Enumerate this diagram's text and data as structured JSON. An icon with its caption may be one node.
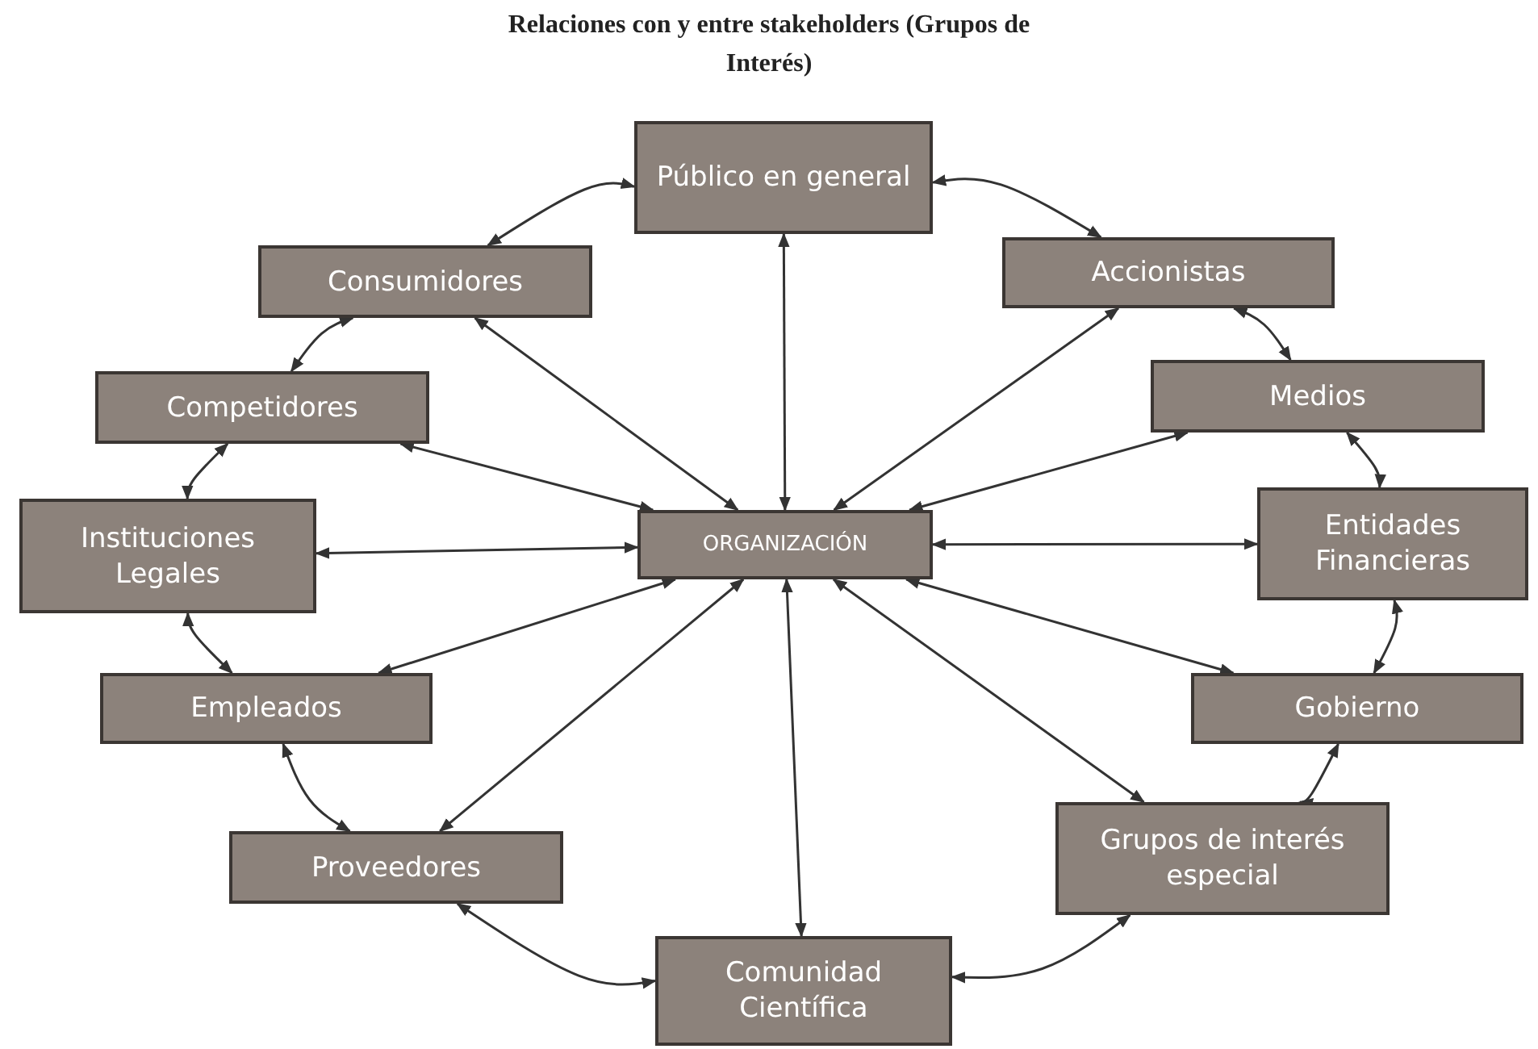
{
  "diagram": {
    "title": "Relaciones con y entre stakeholders (Grupos de Interés)",
    "nodes": [
      {
        "text": [
          "ORGANIZACIÓN"
        ]
      },
      {
        "text": [
          "Público en general"
        ]
      },
      {
        "text": [
          "Consumidores"
        ]
      },
      {
        "text": [
          "Accionistas"
        ]
      },
      {
        "text": [
          "Competidores"
        ]
      },
      {
        "text": [
          "Medios"
        ]
      },
      {
        "text": [
          "Instituciones Legales"
        ]
      },
      {
        "text": [
          "Entidades Financieras"
        ]
      },
      {
        "text": [
          "Empleados"
        ]
      },
      {
        "text": [
          "Gobierno"
        ]
      },
      {
        "text": [
          "Proveedores"
        ]
      },
      {
        "text": [
          "Grupos de interés especial"
        ]
      },
      {
        "text": [
          "Comunidad Científica"
        ]
      }
    ],
    "edges": [
      {
        "from": 0,
        "to": 1,
        "arrow": "both"
      },
      {
        "from": 0,
        "to": 2,
        "arrow": "both"
      },
      {
        "from": 0,
        "to": 3,
        "arrow": "both"
      },
      {
        "from": 0,
        "to": 4,
        "arrow": "both"
      },
      {
        "from": 0,
        "to": 5,
        "arrow": "both"
      },
      {
        "from": 0,
        "to": 6,
        "arrow": "both"
      },
      {
        "from": 0,
        "to": 7,
        "arrow": "both"
      },
      {
        "from": 0,
        "to": 8,
        "arrow": "both"
      },
      {
        "from": 0,
        "to": 9,
        "arrow": "both"
      },
      {
        "from": 0,
        "to": 10,
        "arrow": "both"
      },
      {
        "from": 0,
        "to": 11,
        "arrow": "both"
      },
      {
        "from": 0,
        "to": 12,
        "arrow": "both"
      },
      {
        "from": 1,
        "to": 2,
        "arrow": "both"
      },
      {
        "from": 1,
        "to": 3,
        "arrow": "both"
      },
      {
        "from": 2,
        "to": 4,
        "arrow": "both"
      },
      {
        "from": 3,
        "to": 5,
        "arrow": "both"
      },
      {
        "from": 4,
        "to": 6,
        "arrow": "both"
      },
      {
        "from": 5,
        "to": 7,
        "arrow": "both"
      },
      {
        "from": 6,
        "to": 8,
        "arrow": "both"
      },
      {
        "from": 7,
        "to": 9,
        "arrow": "both"
      },
      {
        "from": 8,
        "to": 10,
        "arrow": "both"
      },
      {
        "from": 9,
        "to": 11,
        "arrow": "both"
      },
      {
        "from": 10,
        "to": 12,
        "arrow": "both"
      },
      {
        "from": 11,
        "to": 12,
        "arrow": "both"
      }
    ]
  }
}
